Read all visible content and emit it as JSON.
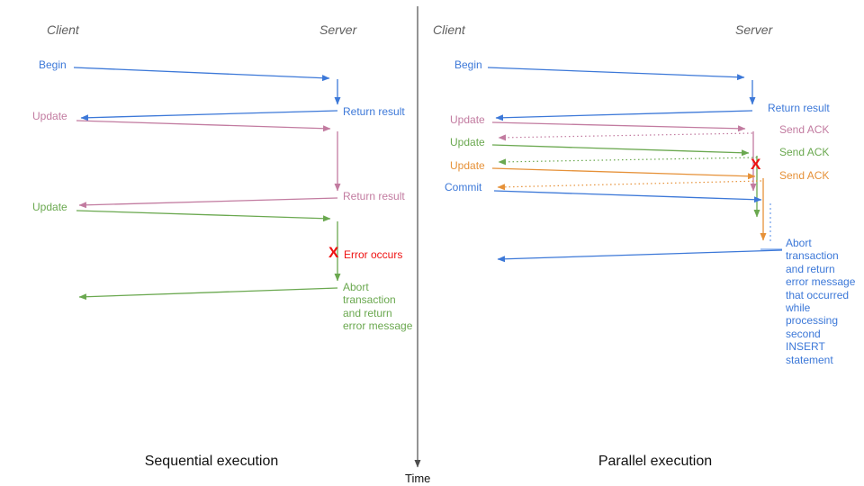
{
  "left": {
    "client_header": "Client",
    "server_header": "Server",
    "caption": "Sequential execution",
    "begin": "Begin",
    "return_result_1": "Return result",
    "update_1": "Update",
    "return_result_2": "Return result",
    "update_2": "Update",
    "error_mark": "X",
    "error_label": "Error occurs",
    "abort_note": "Abort transaction and return error message"
  },
  "right": {
    "client_header": "Client",
    "server_header": "Server",
    "caption": "Parallel execution",
    "begin": "Begin",
    "return_result": "Return result",
    "update_1": "Update",
    "update_2": "Update",
    "update_3": "Update",
    "commit": "Commit",
    "send_ack_1": "Send ACK",
    "send_ack_2": "Send ACK",
    "send_ack_3": "Send ACK",
    "error_mark": "X",
    "abort_note": "Abort transaction and return error message that occurred while processing second INSERT statement"
  },
  "time_axis": {
    "label": "Time"
  },
  "colors": {
    "blue": "#3c78d8",
    "light_blue": "#6d9eeb",
    "pink": "#c27ba0",
    "green": "#6aa84f",
    "orange": "#e69138",
    "red": "#ee1111",
    "axis_gray": "#4d4d4d",
    "header_gray": "#5f5f5f"
  }
}
